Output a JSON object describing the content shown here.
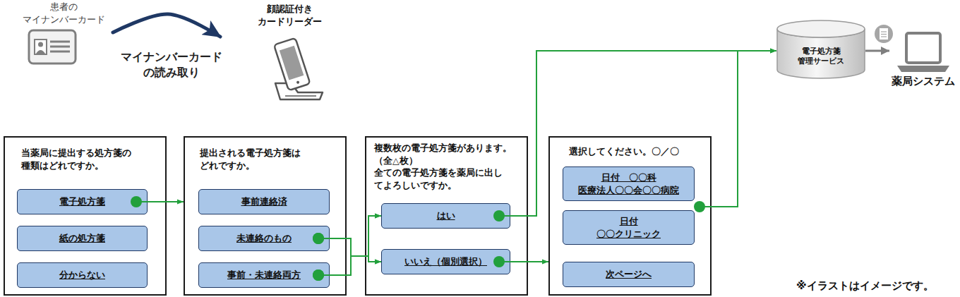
{
  "diagram": {
    "nodes": [
      {
        "text": [
          "患者の マイナンバーカード"
        ]
      },
      {
        "text": [
          "顔認証付き カードリーダー"
        ]
      },
      {
        "text": [
          "電子処方箋 管理サービス"
        ]
      },
      {
        "text": [
          "薬局システム"
        ]
      },
      {
        "text": [
          "当薬局に提出する処方箋の 種類はどれですか。"
        ]
      },
      {
        "text": [
          "電子処方箋"
        ],
        "in": 4
      },
      {
        "text": [
          "紙の処方箋"
        ],
        "in": 4
      },
      {
        "text": [
          "分からない"
        ],
        "in": 4
      },
      {
        "text": [
          "提出される電子処方箋は どれですか。"
        ]
      },
      {
        "text": [
          "事前連絡済"
        ],
        "in": 8
      },
      {
        "text": [
          "未連絡のもの"
        ],
        "in": 8
      },
      {
        "text": [
          "事前・未連絡両方"
        ],
        "in": 8
      },
      {
        "text": [
          "複数枚の電子処方箋があります。 （全△枚） 全ての電子処方箋を薬局に出し てよろしいですか。"
        ]
      },
      {
        "text": [
          "はい"
        ],
        "in": 12
      },
      {
        "text": [
          "いいえ（個別選択）"
        ],
        "in": 12
      },
      {
        "text": [
          "選択してください。〇／〇"
        ]
      },
      {
        "text": [
          "日付　〇〇科 医療法人〇〇会〇〇病院"
        ],
        "in": 15
      },
      {
        "text": [
          "日付 〇〇クリニック"
        ],
        "in": 15
      },
      {
        "text": [
          "次ページへ"
        ],
        "in": 15
      }
    ],
    "edges": [
      {
        "from": 0,
        "to": 1,
        "arrow": "to",
        "label": "マイナンバーカード の読み取り"
      },
      {
        "from": 2,
        "to": 3,
        "arrow": "to"
      },
      {
        "from": 5,
        "to": 8,
        "arrow": "to"
      },
      {
        "from": 10,
        "to": 13,
        "arrow": "to"
      },
      {
        "from": 10,
        "to": 14,
        "arrow": "to"
      },
      {
        "from": 11,
        "to": 13,
        "arrow": "to"
      },
      {
        "from": 11,
        "to": 14,
        "arrow": "to"
      },
      {
        "from": 13,
        "to": 2,
        "arrow": "to"
      },
      {
        "from": 14,
        "to": 15,
        "arrow": "to"
      },
      {
        "from": 15,
        "to": 2,
        "arrow": "to"
      }
    ],
    "labels": [
      "※イラストはイメージです。"
    ]
  }
}
